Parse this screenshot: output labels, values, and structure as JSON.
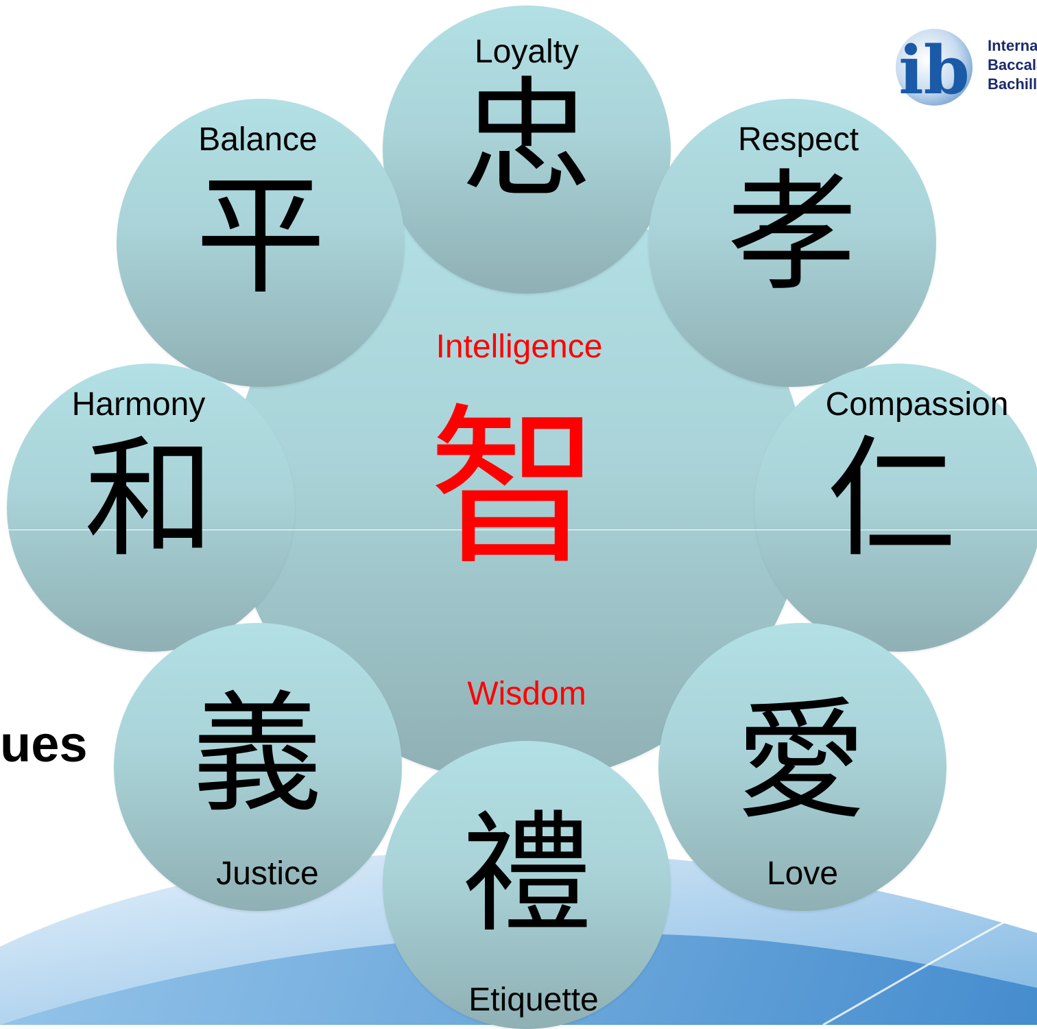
{
  "center": {
    "top_label": "Intelligence",
    "bottom_label": "Wisdom",
    "glyph": "智"
  },
  "virtues": [
    {
      "label": "Loyalty",
      "glyph": "忠"
    },
    {
      "label": "Respect",
      "glyph": "孝"
    },
    {
      "label": "Compassion",
      "glyph": "仁"
    },
    {
      "label": "Love",
      "glyph": "愛"
    },
    {
      "label": "Etiquette",
      "glyph": "禮"
    },
    {
      "label": "Justice",
      "glyph": "義"
    },
    {
      "label": "Harmony",
      "glyph": "和"
    },
    {
      "label": "Balance",
      "glyph": "平"
    }
  ],
  "side_text": "ues",
  "logo": {
    "mark": "ib",
    "lines": [
      "Interna",
      "Baccala",
      "Bachill"
    ]
  },
  "colors": {
    "circle_top": "#b2e0e4",
    "circle_bottom": "#8fb0b4",
    "accent": "#ff0000",
    "logo_blue": "#1a5aa6"
  }
}
